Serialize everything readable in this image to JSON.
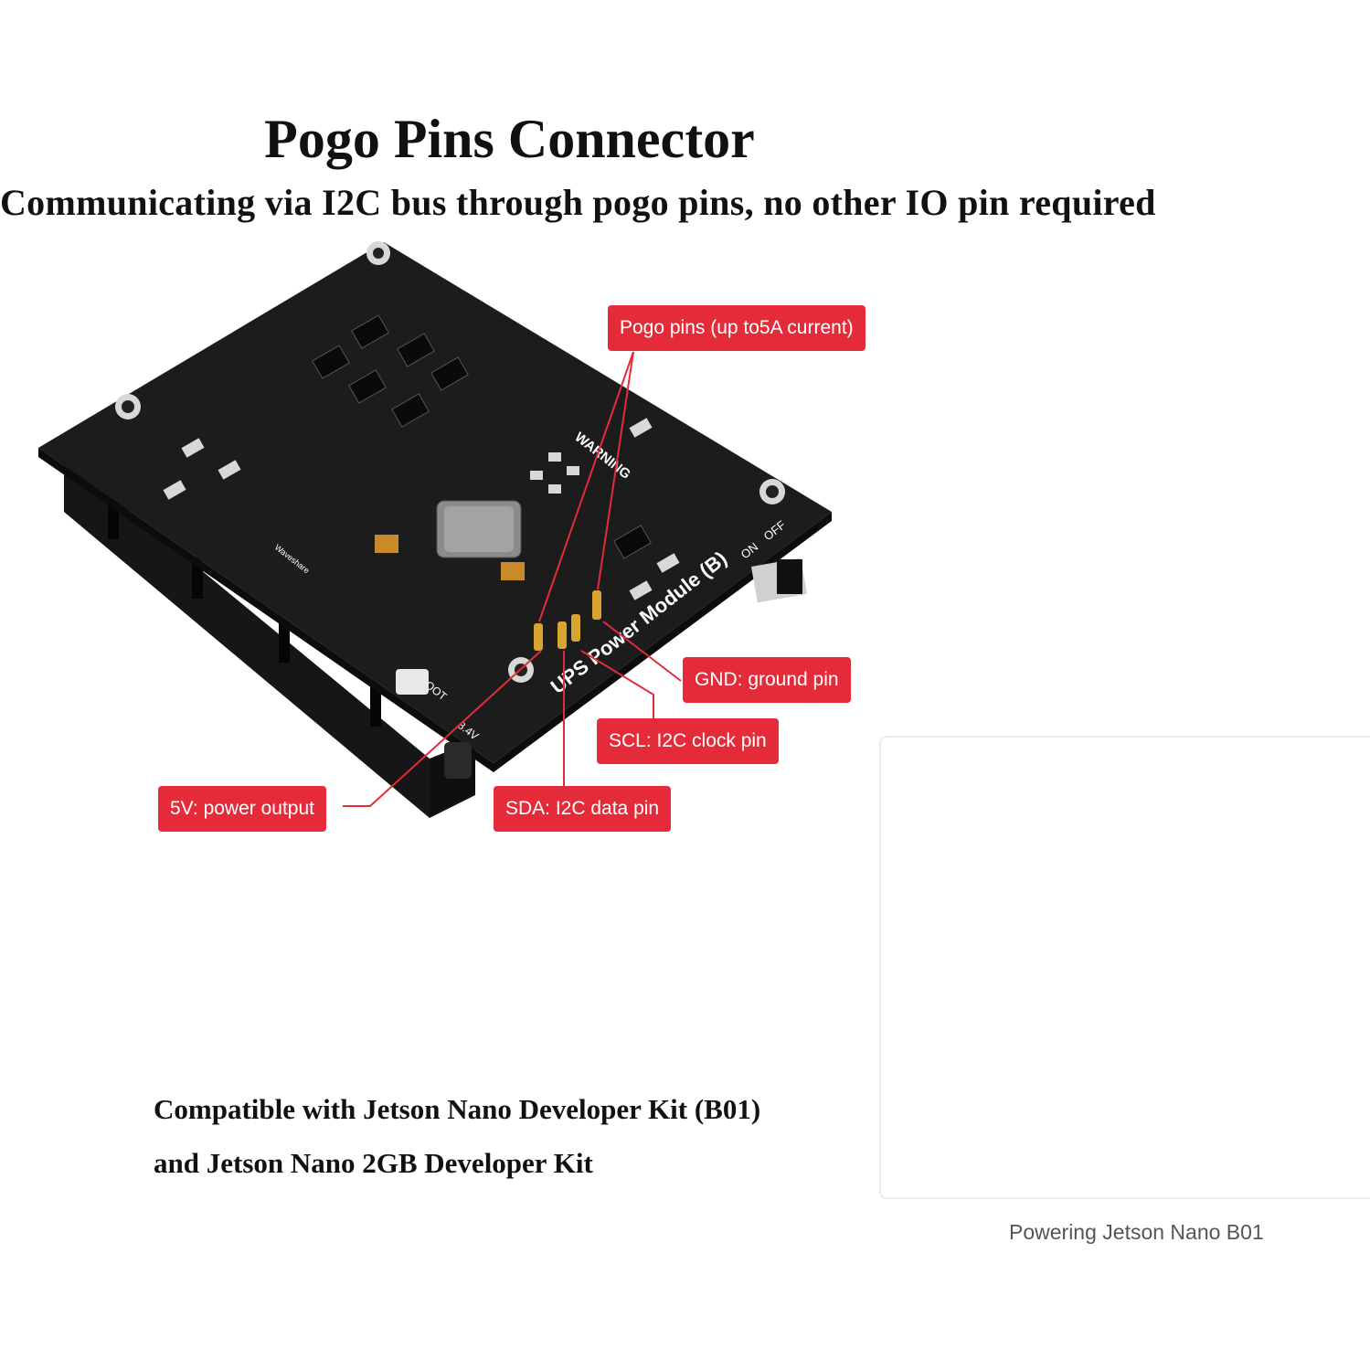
{
  "heading": {
    "title": "Pogo Pins Connector",
    "subtitle": "Communicating via I2C bus through pogo pins, no other IO pin required"
  },
  "board": {
    "silkscreen_name": "UPS Power Module (B)",
    "warning_label": "WARNING",
    "switch_labels": [
      "ON",
      "OFF"
    ],
    "boot_label": "BOOT",
    "voltage_label": "8.4V",
    "brand": "Waveshare"
  },
  "callouts": {
    "pogo": "Pogo pins (up to5A current)",
    "gnd": "GND: ground pin",
    "scl": "SCL: I2C clock pin",
    "sda": "SDA: I2C data pin",
    "v5": "5V: power output"
  },
  "compatibility": {
    "line1": "Compatible with Jetson Nano Developer Kit (B01)",
    "line2": "and Jetson Nano 2GB Developer Kit"
  },
  "photo": {
    "caption": "Powering Jetson Nano B01"
  },
  "colors": {
    "callout_red": "#e52b39",
    "pcb_black": "#1a1a1a",
    "pin_gold": "#d9a531"
  }
}
